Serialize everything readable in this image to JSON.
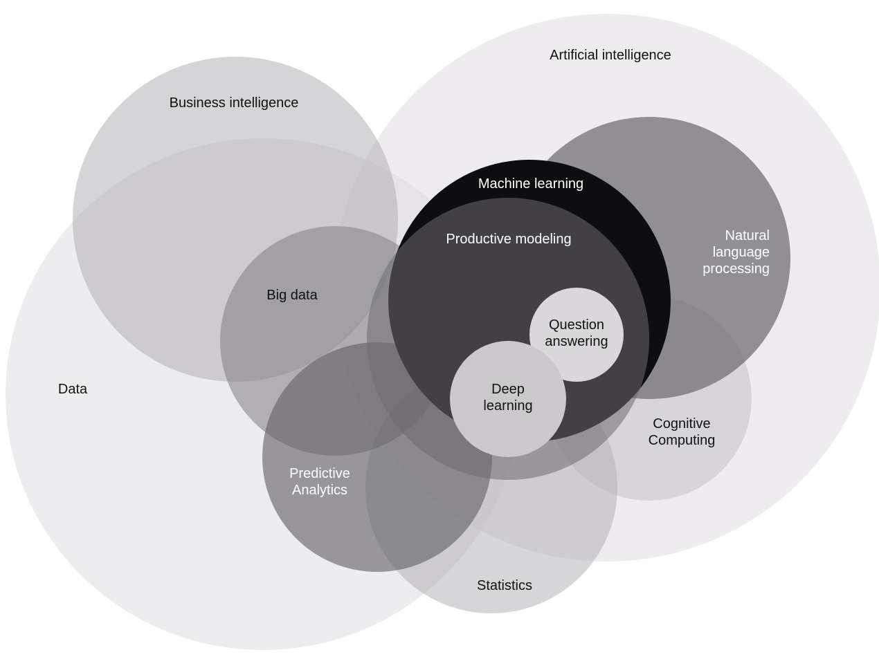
{
  "diagram": {
    "circles": {
      "data": {
        "lines": [
          "Data"
        ],
        "fill": "#dddadf",
        "opacity": 0.52,
        "text_color": "#111111"
      },
      "artificial_intelligence": {
        "lines": [
          "Artificial intelligence"
        ],
        "fill": "#dddadf",
        "opacity": 0.5,
        "text_color": "#111111"
      },
      "business_intelligence": {
        "lines": [
          "Business intelligence"
        ],
        "fill": "#b3b1b5",
        "opacity": 0.55,
        "text_color": "#111111"
      },
      "cognitive_computing": {
        "lines": [
          "Cognitive",
          "Computing"
        ],
        "fill": "#c5c3c7",
        "opacity": 0.55,
        "text_color": "#111111"
      },
      "statistics": {
        "lines": [
          "Statistics"
        ],
        "fill": "#b5b3b7",
        "opacity": 0.55,
        "text_color": "#111111"
      },
      "big_data": {
        "lines": [
          "Big data"
        ],
        "fill": "#7f7d82",
        "opacity": 0.55,
        "text_color": "#111111"
      },
      "predictive_analytics": {
        "lines": [
          "Predictive",
          "Analytics"
        ],
        "fill": "#5f5d62",
        "opacity": 0.6,
        "text_color": "#ffffff"
      },
      "natural_language_processing": {
        "lines": [
          "Natural",
          "language",
          "processing"
        ],
        "fill": "#6d6b70",
        "opacity": 0.72,
        "text_color": "#ffffff"
      },
      "machine_learning": {
        "lines": [
          "Machine learning"
        ],
        "fill": "#0e0d10",
        "opacity": 1.0,
        "text_color": "#ffffff"
      },
      "productive_modeling": {
        "lines": [
          "Productive modeling"
        ],
        "fill": "#6d6b70",
        "opacity": 0.55,
        "text_color": "#ffffff"
      },
      "question_answering": {
        "lines": [
          "Question",
          "answering"
        ],
        "fill": "#d9d7da",
        "opacity": 1.0,
        "text_color": "#111111"
      },
      "deep_learning": {
        "lines": [
          "Deep",
          "learning"
        ],
        "fill": "#cbc9cc",
        "opacity": 1.0,
        "text_color": "#111111"
      }
    }
  }
}
